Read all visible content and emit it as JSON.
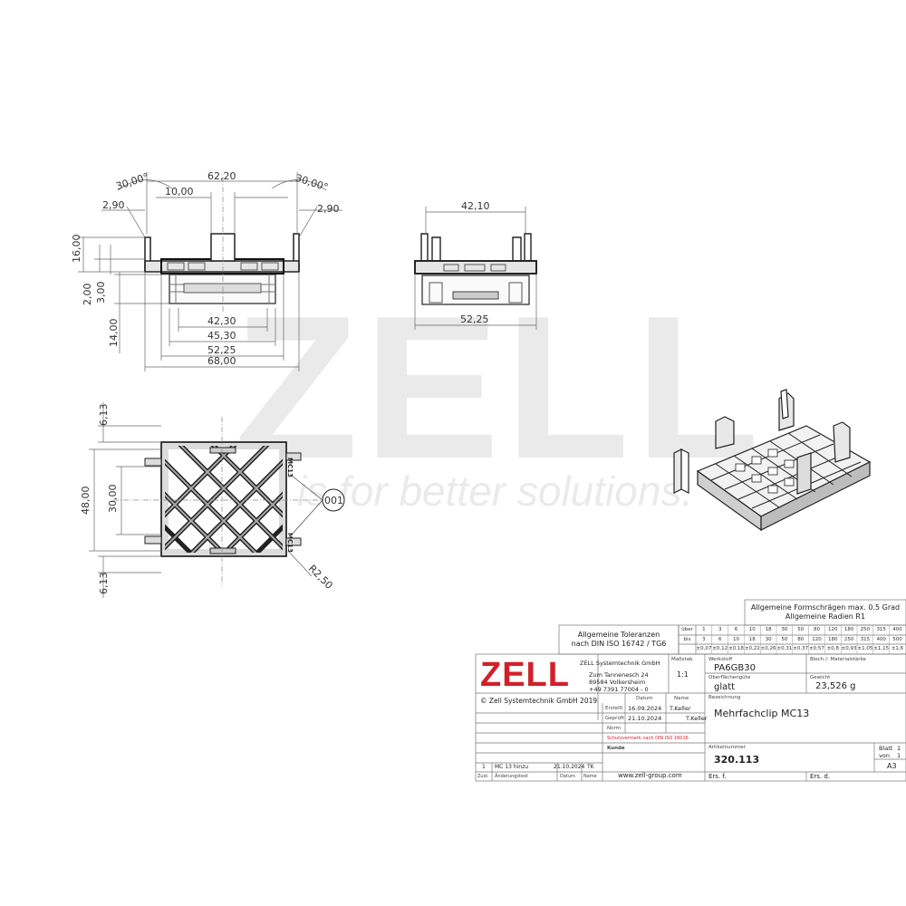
{
  "watermark": {
    "brand": "ZELL",
    "slogan": "is for better solutions."
  },
  "dimensions": {
    "front": {
      "angle_left": "30,00°",
      "angle_right": "30,00°",
      "top_width": "62,20",
      "center_width": "10,00",
      "edge_left": "2,90",
      "edge_right": "2,90",
      "height_total": "16,00",
      "thickness_a": "2,00",
      "thickness_b": "3,00",
      "depth": "14,00",
      "w1": "42,30",
      "w2": "45,30",
      "w3": "52,25",
      "w4": "68,00"
    },
    "side": {
      "top": "42,10",
      "bottom": "52,25"
    },
    "plan": {
      "top_offset": "6,13",
      "bottom_offset": "6,13",
      "height": "48,00",
      "inner": "30,00",
      "radius": "R2,50",
      "callout": "001",
      "mark": "MC13"
    }
  },
  "title_block": {
    "logo": "ZELL",
    "company": "ZELL Systemtechnik GmbH",
    "street": "Zum Tannenesch 24",
    "city": "89584 Volkersheim",
    "phone": "+49 7391 77004 - 0",
    "copyright": "© Zell Systemtechnik GmbH 2019",
    "scale_label": "Maßstab",
    "scale": "1:1",
    "material_label": "Werkstoff",
    "material": "PA6GB30",
    "sheet_label": "Blech /- Materialstärke",
    "surface_label": "Oberflächengüte",
    "surface": "glatt",
    "weight_label": "Gewicht",
    "weight": "23,526 g",
    "designation_label": "Bezeichnung",
    "designation": "Mehrfachclip MC13",
    "date_header": "Datum",
    "name_header": "Name",
    "created_label": "Erstellt",
    "created_date": "16.09.2024",
    "created_name": "T.Keller",
    "checked_label": "Geprüft",
    "checked_date": "21.10.2024",
    "checked_name": "T.Keller",
    "norm_label": "Norm",
    "protection_note": "Schutzvermerk nach DIN ISO 16016",
    "customer_label": "Kunde",
    "article_label": "Artikelnummer",
    "article": "320.113",
    "sheet_word": "Blatt",
    "sheet_no": "1",
    "of_word": "von",
    "of_no": "1",
    "format": "A3",
    "rev_index": "1",
    "rev_text": "MC 13 hinzu",
    "rev_date": "21.10.2024",
    "rev_name": "TK",
    "col_zust": "Zust.",
    "col_change": "Änderungstext",
    "col_date": "Datum",
    "col_name": "Name",
    "website": "www.zell-group.com",
    "replaces": "Ers. f.",
    "replaced_by": "Ers. d."
  },
  "tolerances": {
    "title_line1": "Allgemeine Toleranzen",
    "title_line2": "nach DIN ISO 16742 / TG6",
    "draft_line1": "Allgemeine Formschrägen max. 0.5 Grad",
    "draft_line2": "Allgemeine Radien R1",
    "over_label": "über",
    "to_label": "bis",
    "over": [
      "1",
      "3",
      "6",
      "10",
      "18",
      "30",
      "50",
      "80",
      "120",
      "180",
      "250",
      "315",
      "400"
    ],
    "to": [
      "3",
      "6",
      "10",
      "18",
      "30",
      "50",
      "80",
      "120",
      "180",
      "250",
      "315",
      "400",
      "500"
    ],
    "values": [
      "±0,07",
      "±0,12",
      "±0,18",
      "±0,22",
      "±0,26",
      "±0,31",
      "±0,37",
      "±0,57",
      "±0,8",
      "±0,93",
      "±1,05",
      "±1,15",
      "±1,6"
    ]
  }
}
